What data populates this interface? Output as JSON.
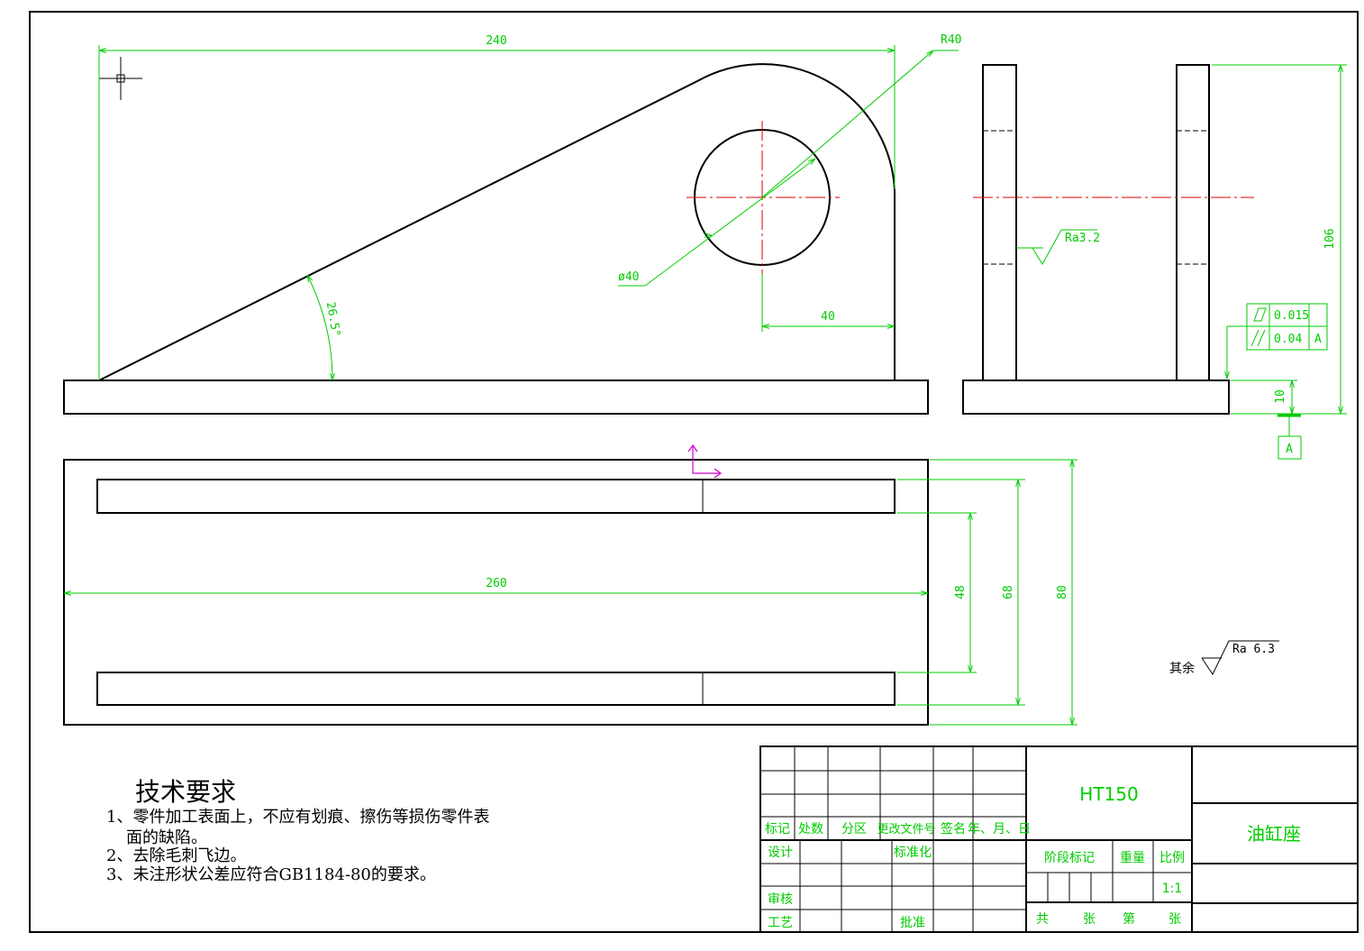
{
  "dimensions": {
    "overall_width": "240",
    "base_length": "260",
    "radius": "R40",
    "hole_diameter": "ø40",
    "hole_offset": "40",
    "angle": "26.5°",
    "height": "106",
    "base_thickness": "10",
    "slot_spacing_inner": "48",
    "slot_spacing_outer": "68",
    "base_width": "80"
  },
  "surface_finish": {
    "local": "Ra3.2",
    "rest_prefix": "其余",
    "rest_value": "Ra 6.3"
  },
  "tolerances": {
    "flatness_value": "0.015",
    "parallelism_value": "0.04",
    "datum_ref": "A",
    "datum_label": "A"
  },
  "technical_requirements": {
    "title": "技术要求",
    "items": [
      "1、零件加工表面上，不应有划痕、擦伤等损伤零件表",
      "面的缺陷。",
      "2、去除毛刺飞边。",
      "3、未注形状公差应符合GB1184-80的要求。"
    ]
  },
  "title_block": {
    "material": "HT150",
    "part_name": "油缸座",
    "headers": [
      "标记",
      "处数",
      "分区",
      "更改文件号",
      "签名",
      "年、月、日"
    ],
    "design": "设计",
    "standardization": "标准化",
    "review": "审核",
    "process": "工艺",
    "approve": "批准",
    "stage_mark": "阶段标记",
    "weight": "重量",
    "scale_label": "比例",
    "scale_value": "1:1",
    "sheets_total_prefix": "共",
    "sheets_unit_1": "张",
    "sheet_number_prefix": "第",
    "sheets_unit_2": "张"
  },
  "colors": {
    "object_line": "#000000",
    "dimension_line": "#00cc00",
    "center_line": "#dd0000",
    "ucs_icon": "#cc00cc"
  }
}
